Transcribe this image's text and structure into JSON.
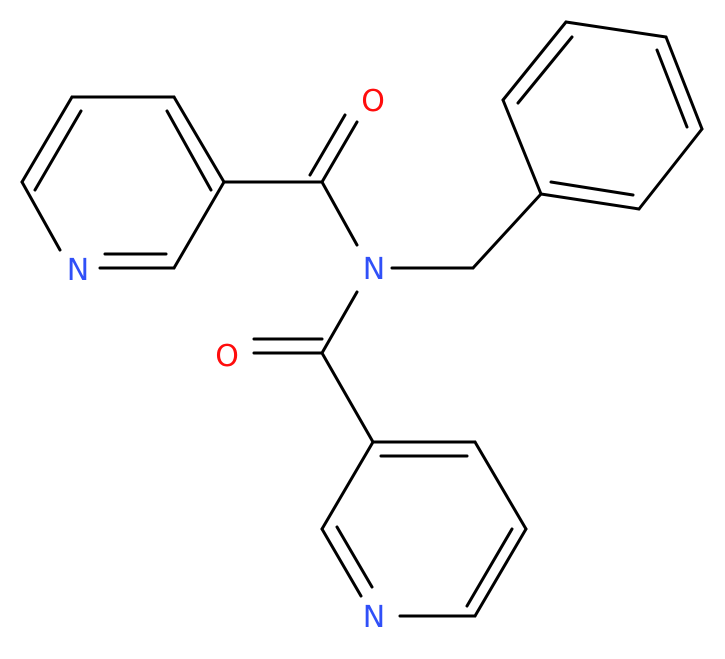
{
  "molecule": {
    "atom_labels": {
      "n_amide": "N",
      "n_pyridine_top": "N",
      "n_pyridine_bottom": "N",
      "o_top": "O",
      "o_bottom": "O"
    },
    "colors": {
      "bond": "#000000",
      "nitrogen": "#3050F8",
      "oxygen": "#FF0D0D",
      "background": "#ffffff"
    }
  }
}
